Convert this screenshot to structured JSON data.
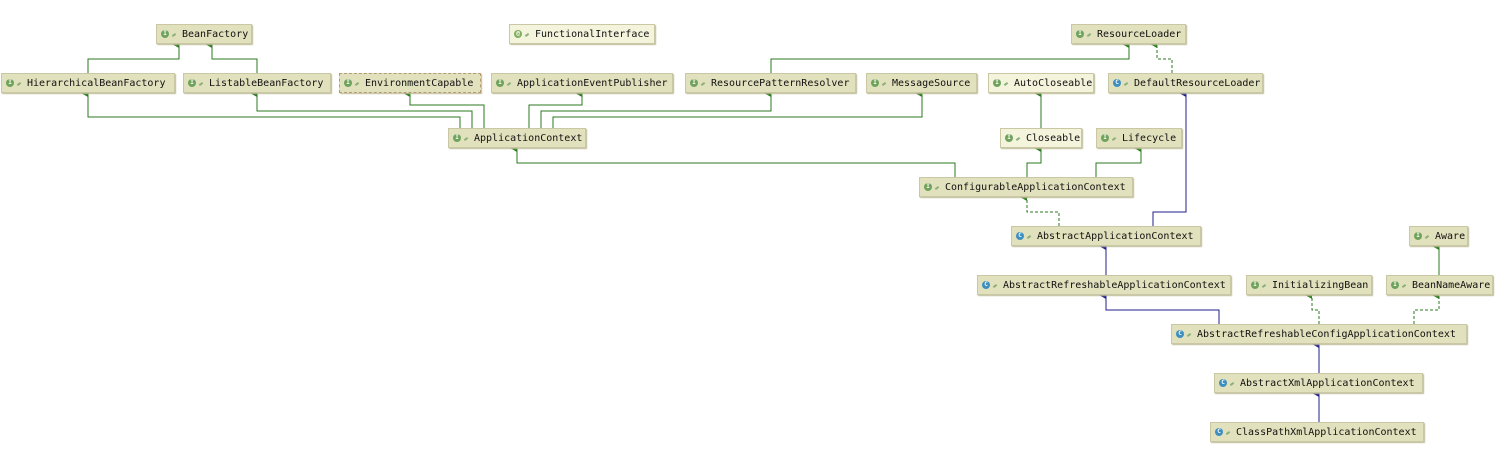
{
  "colors": {
    "interface_bg": "#e2e1bd",
    "implements_edge": "#2a7a1e",
    "extends_edge": "#1f1f8c",
    "interface_badge": "#6fa35b",
    "class_badge": "#3e8fbf"
  },
  "nodes": {
    "bean_factory": {
      "label": "BeanFactory",
      "kind": "interface"
    },
    "functional_interface": {
      "label": "FunctionalInterface",
      "kind": "annotation"
    },
    "resource_loader": {
      "label": "ResourceLoader",
      "kind": "interface"
    },
    "hierarchical_bean_factory": {
      "label": "HierarchicalBeanFactory",
      "kind": "interface"
    },
    "listable_bean_factory": {
      "label": "ListableBeanFactory",
      "kind": "interface"
    },
    "environment_capable": {
      "label": "EnvironmentCapable",
      "kind": "interface"
    },
    "application_event_publisher": {
      "label": "ApplicationEventPublisher",
      "kind": "interface"
    },
    "resource_pattern_resolver": {
      "label": "ResourcePatternResolver",
      "kind": "interface"
    },
    "message_source": {
      "label": "MessageSource",
      "kind": "interface"
    },
    "auto_closeable": {
      "label": "AutoCloseable",
      "kind": "interface"
    },
    "default_resource_loader": {
      "label": "DefaultResourceLoader",
      "kind": "class"
    },
    "application_context": {
      "label": "ApplicationContext",
      "kind": "interface"
    },
    "closeable": {
      "label": "Closeable",
      "kind": "interface"
    },
    "lifecycle": {
      "label": "Lifecycle",
      "kind": "interface"
    },
    "configurable_application_context": {
      "label": "ConfigurableApplicationContext",
      "kind": "interface"
    },
    "abstract_application_context": {
      "label": "AbstractApplicationContext",
      "kind": "class"
    },
    "aware": {
      "label": "Aware",
      "kind": "interface"
    },
    "abstract_refreshable_application_context": {
      "label": "AbstractRefreshableApplicationContext",
      "kind": "class"
    },
    "initializing_bean": {
      "label": "InitializingBean",
      "kind": "interface"
    },
    "bean_name_aware": {
      "label": "BeanNameAware",
      "kind": "interface"
    },
    "abstract_refreshable_config_application_context": {
      "label": "AbstractRefreshableConfigApplicationContext",
      "kind": "class"
    },
    "abstract_xml_application_context": {
      "label": "AbstractXmlApplicationContext",
      "kind": "class"
    },
    "class_path_xml_application_context": {
      "label": "ClassPathXmlApplicationContext",
      "kind": "class"
    }
  }
}
